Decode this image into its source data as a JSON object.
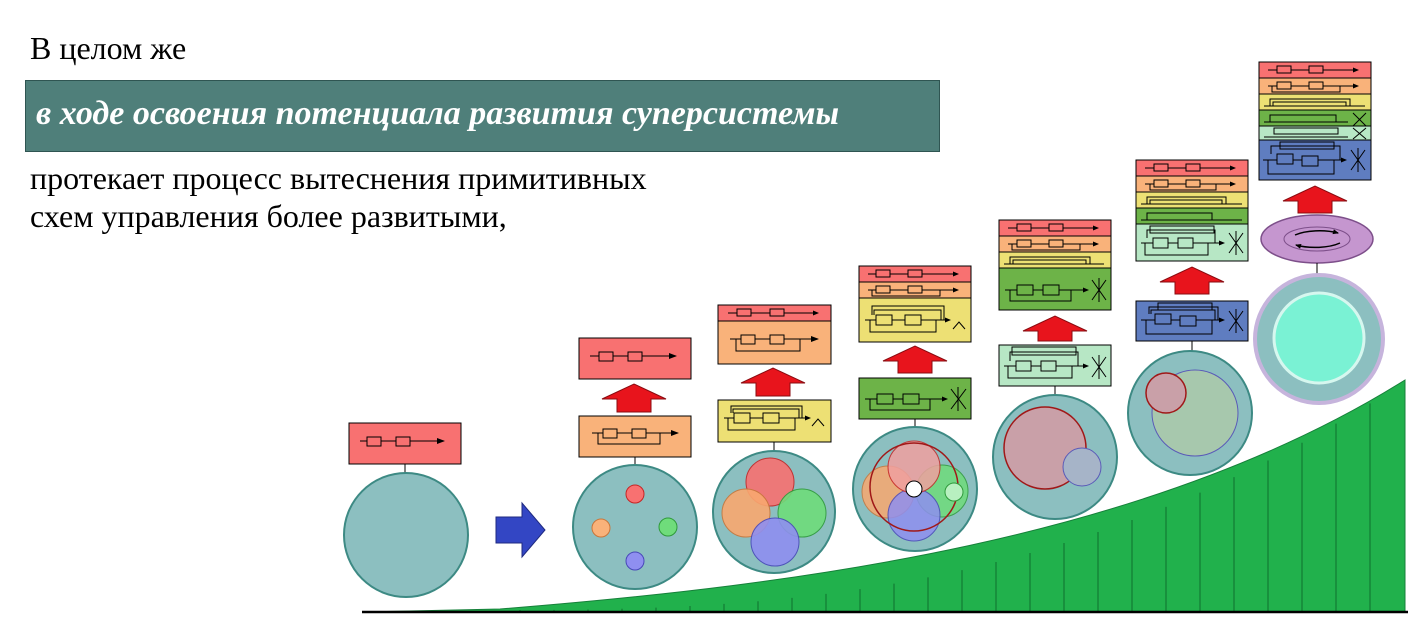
{
  "slide": {
    "intro": "В целом же",
    "banner": "в ходе освоения потенциала развития суперсистемы",
    "body_line1": "протекает процесс вытеснения примитивных",
    "body_line2": "схем управления более развитыми,"
  },
  "colors": {
    "background": "#ffffff",
    "banner_bg": "#4f7f7a",
    "banner_text": "#ffffff",
    "teal_circle": "#8cbfc0",
    "teal_stroke": "#3d8a84",
    "ramp_green": "#21b14c",
    "level_red": "#f87171",
    "level_orange": "#f9b27a",
    "level_yellow": "#ede074",
    "level_green": "#6db348",
    "level_lightgreen": "#b7e7c5",
    "level_blue": "#5f7dc0",
    "arrow_red": "#e8141c",
    "arrow_blue": "#3346c4",
    "ring_purple": "#c596cf",
    "inner_cyan": "#7af2d4"
  },
  "icons": [
    "right-arrow-icon",
    "up-arrow-icon",
    "ring-cycle-icon",
    "control-scheme-icon"
  ]
}
